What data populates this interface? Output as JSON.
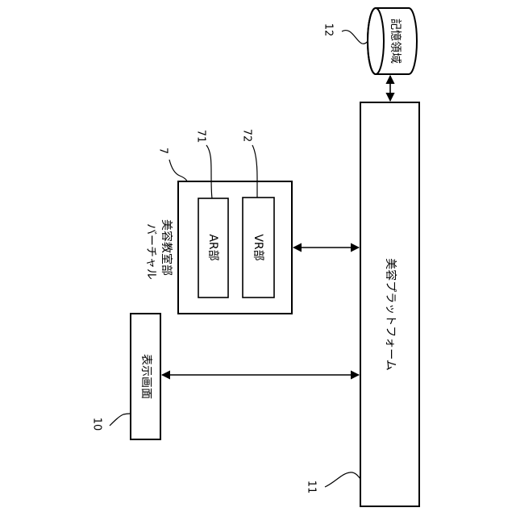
{
  "diagram": {
    "storage": {
      "label": "記憶領域",
      "ref": "12"
    },
    "platform": {
      "label": "美容プラットフォーム",
      "ref": "11"
    },
    "virtual_classroom": {
      "label_line1": "バーチャル",
      "label_line2": "美容教室部",
      "ref": "7"
    },
    "ar_unit": {
      "label": "AR部",
      "ref": "71"
    },
    "vr_unit": {
      "label": "VR部",
      "ref": "72"
    },
    "display": {
      "label": "表示画面",
      "ref": "10"
    }
  }
}
